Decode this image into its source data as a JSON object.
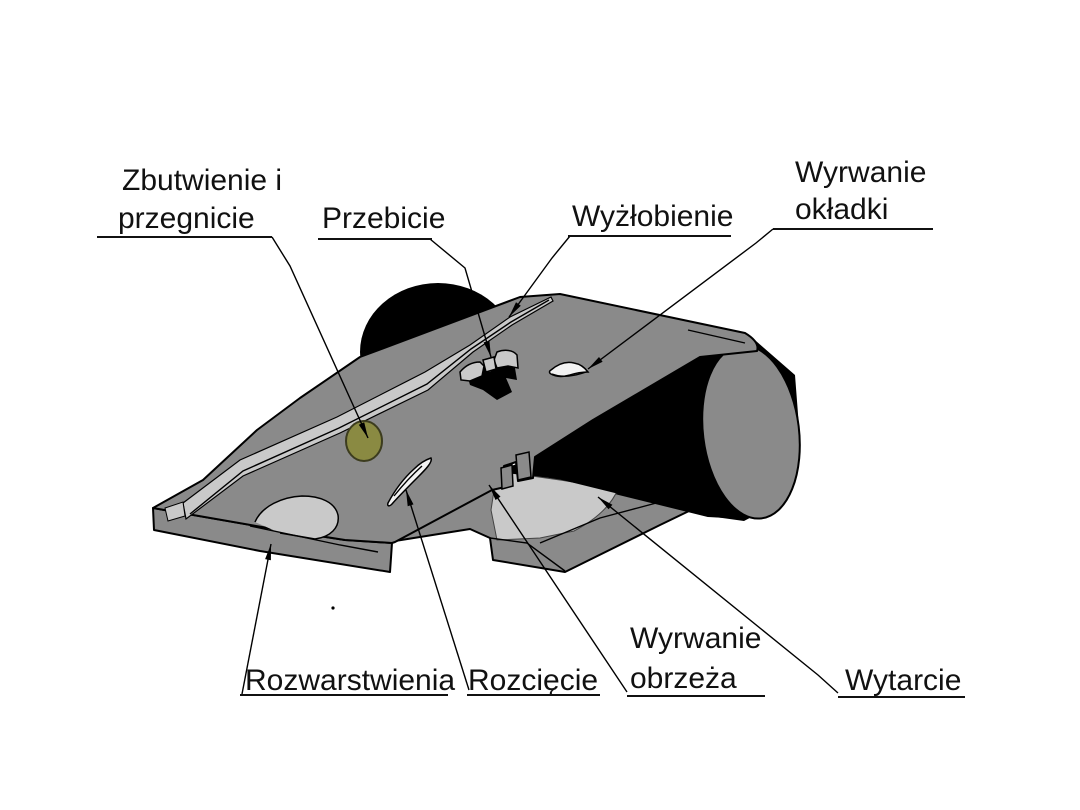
{
  "diagram": {
    "type": "conveyor-belt-damage-types",
    "labels": {
      "rot": {
        "line1": "Zbutwienie i",
        "line2": "przegnicie"
      },
      "puncture": {
        "line1": "Przebicie"
      },
      "gouge": {
        "line1": "Wyżłobienie"
      },
      "cover_tear": {
        "line1": "Wyrwanie",
        "line2": "okładki"
      },
      "delamination": {
        "line1": "Rozwarstwienia"
      },
      "cut": {
        "line1": "Rozcięcie"
      },
      "edge_tear": {
        "line1": "Wyrwanie",
        "line2": "obrzeża"
      },
      "abrasion": {
        "line1": "Wytarcie"
      }
    },
    "colors": {
      "background": "#ffffff",
      "belt": "#8a8a8a",
      "light_gray": "#c9c9c9",
      "roller_black": "#000000",
      "rot_spot": "#8a8a42",
      "outline": "#000000"
    }
  }
}
